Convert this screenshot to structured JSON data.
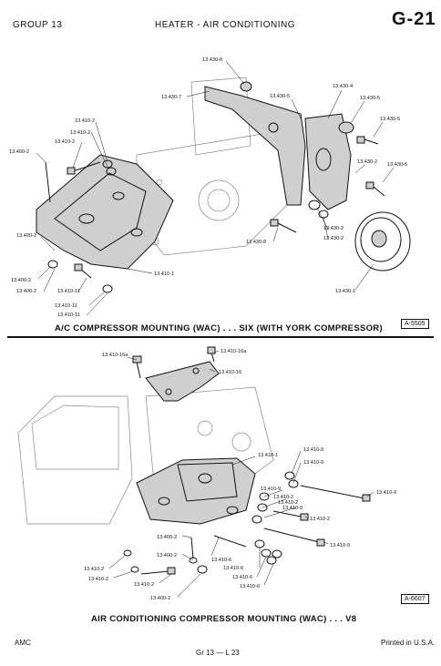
{
  "header": {
    "group": "GROUP 13",
    "title": "HEATER - AIR CONDITIONING",
    "page": "G-21"
  },
  "figure_top": {
    "caption": "A/C COMPRESSOR MOUNTING (WAC) . . . SIX (WITH YORK COMPRESSOR)",
    "ref": "A-5505",
    "labels": [
      "13.430-8",
      "13.430-7",
      "13.430-5",
      "13.430-4",
      "13.430-5",
      "13.430-5",
      "13.410-2",
      "13.410-2",
      "13.410-2",
      "13.400-2",
      "13.430-2",
      "13.430-5",
      "13.430-2",
      "13.430-2",
      "13.430-8",
      "13.400-2",
      "13.410-1",
      "13.400-2",
      "13.400-2",
      "13.410-11",
      "13.410-11",
      "13.410-11",
      "13.430-1"
    ]
  },
  "figure_bottom": {
    "caption": "AIR CONDITIONING COMPRESSOR MOUNTING (WAC) . . . V8",
    "ref": "A-6607",
    "labels": [
      "13.410-16a",
      "13.410-16a",
      "13.410-16",
      "13.410-1",
      "13.410-9",
      "13.410-9",
      "13.410-9",
      "13.410-9",
      "13.410-2",
      "13.410-2",
      "13.410-9",
      "13.410-2",
      "13.410-9",
      "13.400-2",
      "13.400-2",
      "13.410-6",
      "13.410-6",
      "13.410-6",
      "13.410-6",
      "13.410-2",
      "13.410-2",
      "13.410-2",
      "13.400-2"
    ]
  },
  "footer": {
    "left": "AMC",
    "center": "Gr 13 — L 23",
    "right": "Printed in U.S.A."
  }
}
